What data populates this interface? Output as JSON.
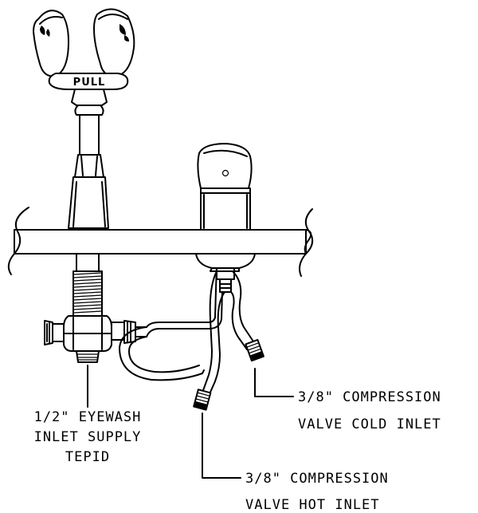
{
  "handle_label": "PULL",
  "callouts": {
    "eyewash": {
      "line1": "1/2\" EYEWASH",
      "line2": "INLET SUPPLY",
      "line3": "TEPID"
    },
    "cold": {
      "line1": "3/8\"  COMPRESSION",
      "line2": "VALVE COLD INLET"
    },
    "hot": {
      "line1": "3/8\"  COMPRESSION",
      "line2": "VALVE HOT INLET"
    }
  }
}
